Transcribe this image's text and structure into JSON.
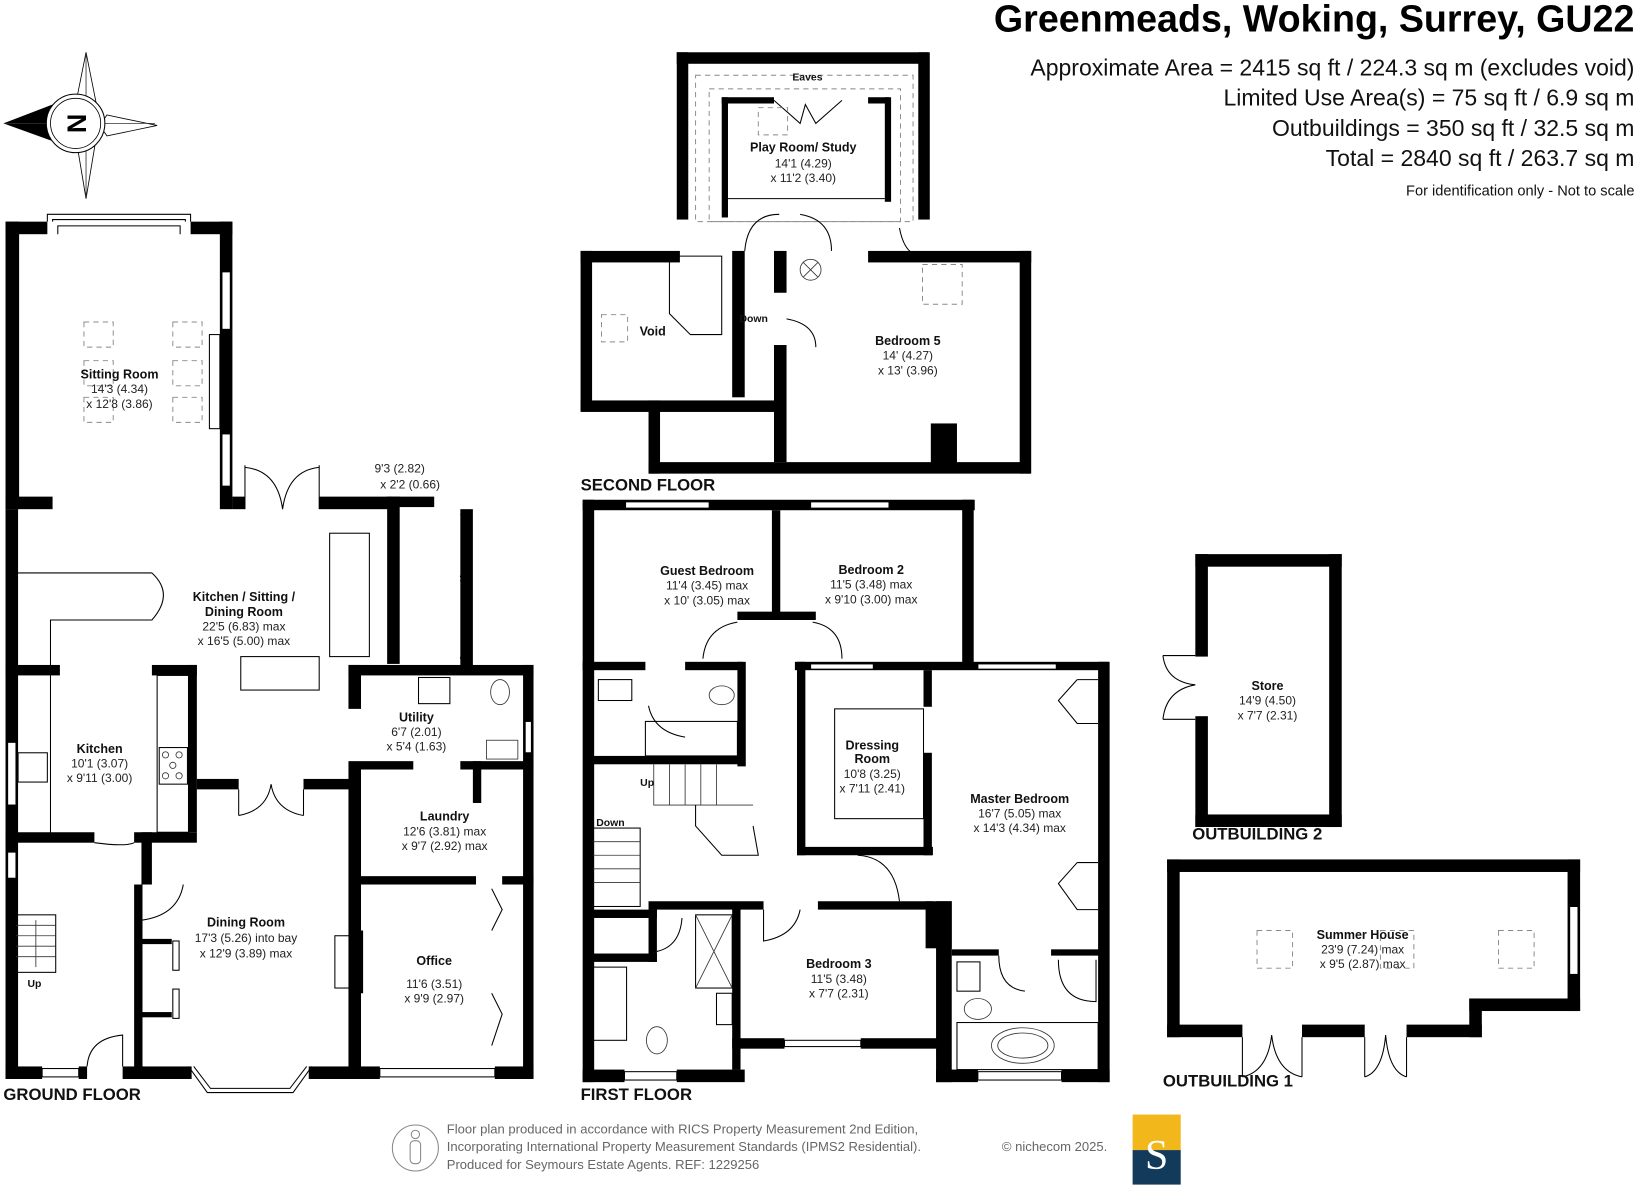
{
  "header": {
    "title": "Greenmeads, Woking, Surrey, GU22",
    "areas": [
      "Approximate Area = 2415 sq ft / 224.3 sq m (excludes void)",
      "Limited Use Area(s) = 75 sq ft / 6.9 sq m",
      "Outbuildings = 350 sq ft / 32.5 sq m",
      "Total = 2840 sq ft / 263.7 sq m"
    ],
    "note": "For identification only - Not to scale"
  },
  "compass": {
    "label": "N",
    "icon": "north-compass-icon"
  },
  "floors": {
    "ground": {
      "label": "GROUND FLOOR",
      "rooms": [
        {
          "name": "Sitting Room",
          "dim1": "14'3 (4.34)",
          "dim2": "x 12'8 (3.86)"
        },
        {
          "name": "Kitchen / Sitting /",
          "name2": "Dining Room",
          "dim1": "22'5 (6.83) max",
          "dim2": "x 16'5 (5.00) max"
        },
        {
          "name": "Kitchen",
          "dim1": "10'1 (3.07)",
          "dim2": "x 9'11 (3.00)"
        },
        {
          "name": "Utility",
          "dim1": "6'7 (2.01)",
          "dim2": "x 5'4 (1.63)"
        },
        {
          "name": "Laundry",
          "dim1": "12'6 (3.81) max",
          "dim2": "x 9'7 (2.92) max"
        },
        {
          "name": "Dining Room",
          "dim1": "17'3 (5.26) into bay",
          "dim2": "x 12'9 (3.89) max"
        },
        {
          "name": "Office",
          "dim1": "11'6 (3.51)",
          "dim2": "x 9'9 (2.97)"
        }
      ],
      "store_dims": {
        "dim1": "9'3 (2.82)",
        "dim2": "x 2'2 (0.66)"
      },
      "stairs_label": "Up"
    },
    "first": {
      "label": "FIRST FLOOR",
      "rooms": [
        {
          "name": "Guest Bedroom",
          "dim1": "11'4 (3.45) max",
          "dim2": "x 10' (3.05) max"
        },
        {
          "name": "Bedroom 2",
          "dim1": "11'5 (3.48) max",
          "dim2": "x 9'10 (3.00) max"
        },
        {
          "name": "Dressing",
          "name2": "Room",
          "dim1": "10'8 (3.25)",
          "dim2": "x 7'11 (2.41)"
        },
        {
          "name": "Master Bedroom",
          "dim1": "16'7 (5.05) max",
          "dim2": "x 14'3 (4.34) max"
        },
        {
          "name": "Bedroom 3",
          "dim1": "11'5 (3.48)",
          "dim2": "x 7'7 (2.31)"
        }
      ],
      "stairs_up": "Up",
      "stairs_down": "Down"
    },
    "second": {
      "label": "SECOND FLOOR",
      "eaves": "Eaves",
      "rooms": [
        {
          "name": "Play Room/ Study",
          "dim1": "14'1 (4.29)",
          "dim2": "x 11'2 (3.40)"
        },
        {
          "name": "Void"
        },
        {
          "name": "Bedroom 5",
          "dim1": "14' (4.27)",
          "dim2": "x 13' (3.96)"
        }
      ],
      "stairs_down": "Down"
    },
    "outbuilding2": {
      "label": "OUTBUILDING 2",
      "room": {
        "name": "Store",
        "dim1": "14'9 (4.50)",
        "dim2": "x 7'7 (2.31)"
      }
    },
    "outbuilding1": {
      "label": "OUTBUILDING 1",
      "room": {
        "name": "Summer House",
        "dim1": "23'9 (7.24) max",
        "dim2": "x 9'5 (2.87) max"
      }
    }
  },
  "footer": {
    "lines": [
      "Floor plan produced in accordance with RICS Property Measurement 2nd Edition,",
      "Incorporating International Property Measurement Standards (IPMS2 Residential).",
      "Produced for Seymours Estate Agents.   REF: 1229256"
    ],
    "copyright": "© nichecom 2025.",
    "logo_letter": "S",
    "logo_colors": {
      "top": "#F2B71B",
      "bottom": "#123A5A"
    },
    "icon": "person-measure-icon"
  }
}
